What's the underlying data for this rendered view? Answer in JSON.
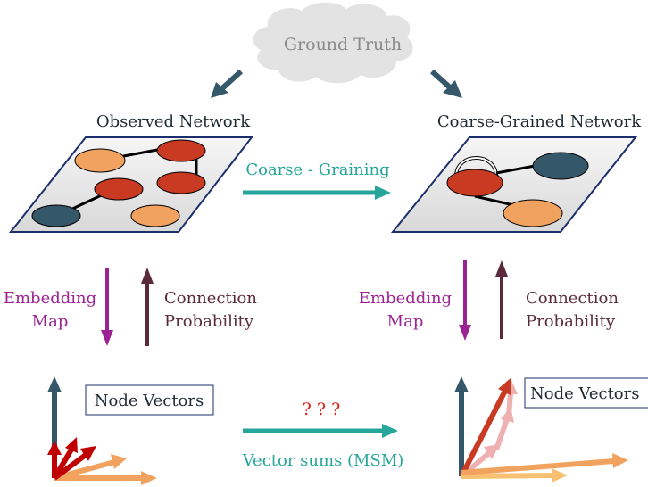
{
  "cloud": {
    "label": "Ground Truth"
  },
  "observed": {
    "title": "Observed Network"
  },
  "coarse": {
    "title": "Coarse-Grained Network"
  },
  "coarse_graining": {
    "label": "Coarse - Graining"
  },
  "left_arrows": {
    "embedding_line1": "Embedding",
    "embedding_line2": "Map",
    "connection_line1": "Connection",
    "connection_line2": "Probability"
  },
  "right_arrows": {
    "embedding_line1": "Embedding",
    "embedding_line2": "Map",
    "connection_line1": "Connection",
    "connection_line2": "Probability"
  },
  "node_vectors_left": {
    "label": "Node Vectors"
  },
  "node_vectors_right": {
    "label": "Node Vectors"
  },
  "vector_sums": {
    "question": "? ? ?",
    "label": "Vector sums (MSM)"
  },
  "colors": {
    "dark_teal": "#34586a",
    "red": "#c93a23",
    "orange": "#f2a25f",
    "teal": "#26a69a",
    "purple": "#9b2393",
    "maroon": "#5a2a3c",
    "dark_red": "#c00000",
    "pink": "#e89090",
    "light_orange": "#f8c070"
  }
}
